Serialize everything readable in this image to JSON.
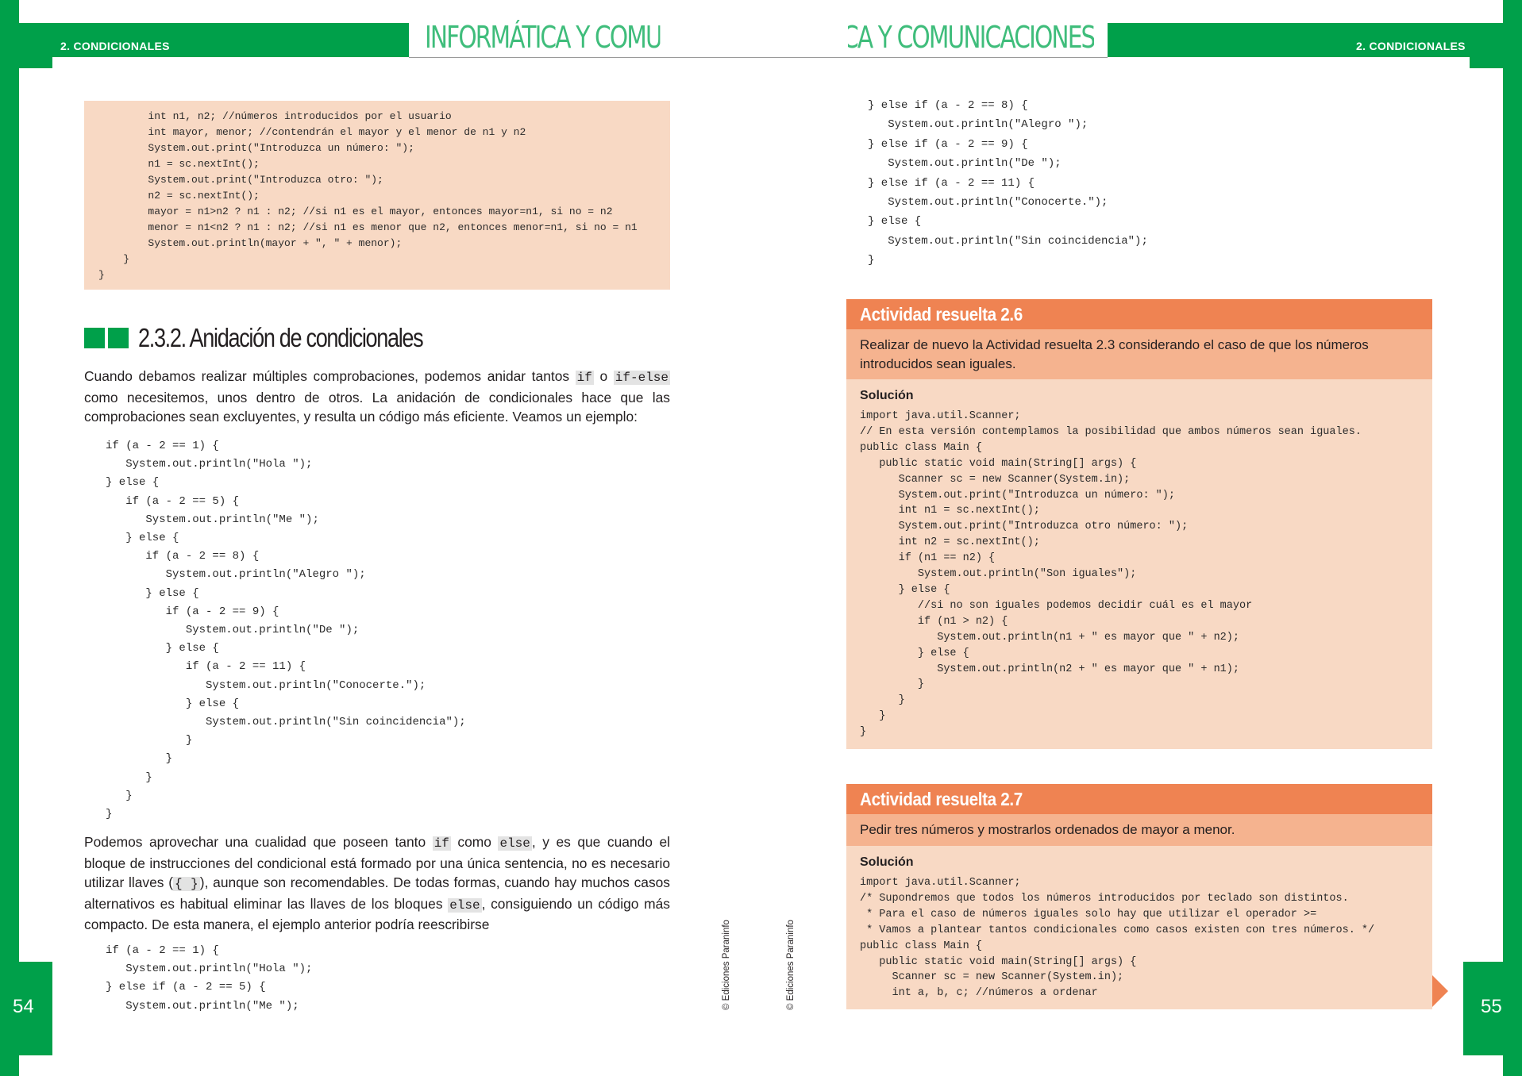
{
  "left_page": {
    "header_label": "2. CONDICIONALES",
    "brand": "INFORMÁTICA Y COMUNICACIONES",
    "page_number": "54",
    "code_top": "        int n1, n2; //números introducidos por el usuario\n        int mayor, menor; //contendrán el mayor y el menor de n1 y n2\n        System.out.print(\"Introduzca un número: \");\n        n1 = sc.nextInt();\n        System.out.print(\"Introduzca otro: \");\n        n2 = sc.nextInt();\n        mayor = n1>n2 ? n1 : n2; //si n1 es el mayor, entonces mayor=n1, si no = n2\n        menor = n1<n2 ? n1 : n2; //si n1 es menor que n2, entonces menor=n1, si no = n1\n        System.out.println(mayor + \", \" + menor);\n    }\n}",
    "section_title": "2.3.2. Anidación de condicionales",
    "para1": {
      "t1": "Cuando debamos realizar múltiples comprobaciones, podemos anidar tantos ",
      "c1": "if",
      "t2": " o ",
      "c2": "if-else",
      "t3": " como necesitemos, unos dentro de otros. La anidación de condicionales hace que las comprobaciones sean excluyentes, y resulta un código más eficiente. Veamos un ejemplo:"
    },
    "code_nested": "if (a - 2 == 1) {\n   System.out.println(\"Hola \");\n} else {\n   if (a - 2 == 5) {\n      System.out.println(\"Me \");\n   } else {\n      if (a - 2 == 8) {\n         System.out.println(\"Alegro \");\n      } else {\n         if (a - 2 == 9) {\n            System.out.println(\"De \");\n         } else {\n            if (a - 2 == 11) {\n               System.out.println(\"Conocerte.\");\n            } else {\n               System.out.println(\"Sin coincidencia\");\n            }\n         }\n      }\n   }\n}",
    "para2": {
      "t1": "Podemos aprovechar una cualidad que poseen tanto ",
      "c1": "if",
      "t2": " como ",
      "c2": "else",
      "t3": ", y es que cuando el bloque de instrucciones del condicional está formado por una única sentencia, no es necesario utilizar llaves (",
      "c3": "{ }",
      "t4": "), aunque son recomendables. De todas formas, cuando hay muchos casos alternativos es habitual eliminar las llaves de los bloques ",
      "c4": "else",
      "t5": ", consiguiendo un código más compacto. De esta manera, el ejemplo anterior podría reescribirse"
    },
    "code_bottom": "if (a - 2 == 1) {\n   System.out.println(\"Hola \");\n} else if (a - 2 == 5) {\n   System.out.println(\"Me \");",
    "copyright": "© Ediciones Paraninfo"
  },
  "right_page": {
    "header_label": "2. CONDICIONALES",
    "brand": "INFORMÁTICA Y COMUNICACIONES",
    "page_number": "55",
    "code_top": "} else if (a - 2 == 8) {\n   System.out.println(\"Alegro \");\n} else if (a - 2 == 9) {\n   System.out.println(\"De \");\n} else if (a - 2 == 11) {\n   System.out.println(\"Conocerte.\");\n} else {\n   System.out.println(\"Sin coincidencia\");\n}",
    "copyright": "© Ediciones Paraninfo",
    "activity_26": {
      "title": "Actividad resuelta 2.6",
      "description": "Realizar de nuevo la Actividad resuelta 2.3 considerando el caso de que los números introducidos sean iguales.",
      "solution_label": "Solución",
      "code": "import java.util.Scanner;\n// En esta versión contemplamos la posibilidad que ambos números sean iguales.\npublic class Main {\n   public static void main(String[] args) {\n      Scanner sc = new Scanner(System.in);\n      System.out.print(\"Introduzca un número: \");\n      int n1 = sc.nextInt();\n      System.out.print(\"Introduzca otro número: \");\n      int n2 = sc.nextInt();\n      if (n1 == n2) {\n         System.out.println(\"Son iguales\");\n      } else {\n         //si no son iguales podemos decidir cuál es el mayor\n         if (n1 > n2) {\n            System.out.println(n1 + \" es mayor que \" + n2);\n         } else {\n            System.out.println(n2 + \" es mayor que \" + n1);\n         }\n      }\n   }\n}"
    },
    "activity_27": {
      "title": "Actividad resuelta 2.7",
      "description": "Pedir tres números y mostrarlos ordenados de mayor a menor.",
      "solution_label": "Solución",
      "code": "import java.util.Scanner;\n/* Supondremos que todos los números introducidos por teclado son distintos.\n * Para el caso de números iguales solo hay que utilizar el operador >=\n * Vamos a plantear tantos condicionales como casos existen con tres números. */\npublic class Main {\n   public static void main(String[] args) {\n     Scanner sc = new Scanner(System.in);\n     int a, b, c; //números a ordenar"
    }
  },
  "colors": {
    "green": "#00a04a",
    "brand_green": "#3fbd7b",
    "code_bg": "#f8d9c4",
    "activity_head": "#ef8352",
    "activity_desc": "#f5b38f"
  }
}
